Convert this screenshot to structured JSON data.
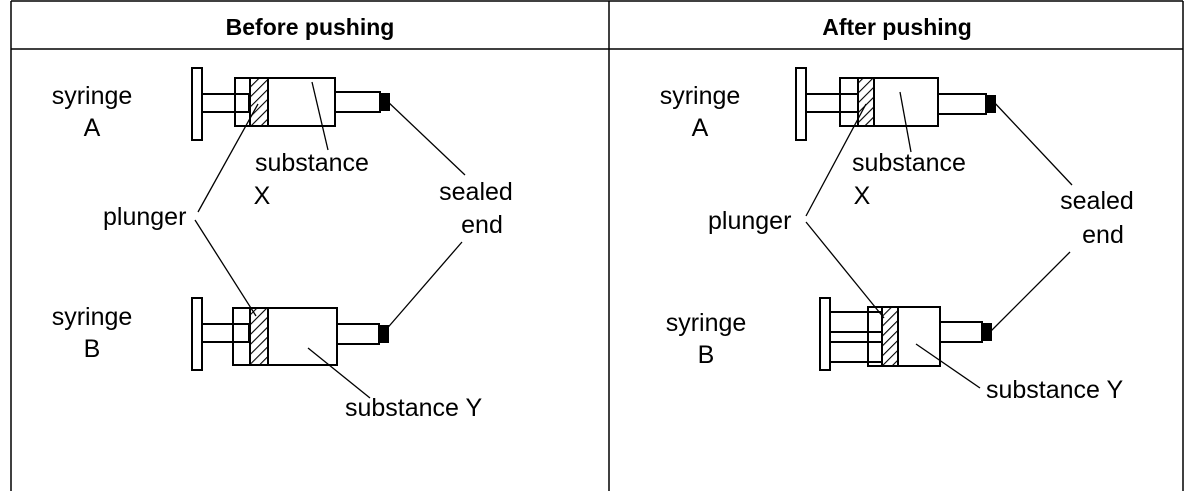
{
  "columns": [
    {
      "header": "Before pushing",
      "syringe_a": {
        "name": "syringe",
        "letter": "A",
        "contents": "substance",
        "contents_letter": "X"
      },
      "syringe_b": {
        "name": "syringe",
        "letter": "B",
        "contents": "substance Y"
      },
      "plunger_label": "plunger",
      "sealed_end_label": {
        "line1": "sealed",
        "line2": "end"
      }
    },
    {
      "header": "After pushing",
      "syringe_a": {
        "name": "syringe",
        "letter": "A",
        "contents": "substance",
        "contents_letter": "X"
      },
      "syringe_b": {
        "name": "syringe",
        "letter": "B",
        "contents": "substance Y"
      },
      "plunger_label": "plunger",
      "sealed_end_label": {
        "line1": "sealed",
        "line2": "end"
      }
    }
  ]
}
